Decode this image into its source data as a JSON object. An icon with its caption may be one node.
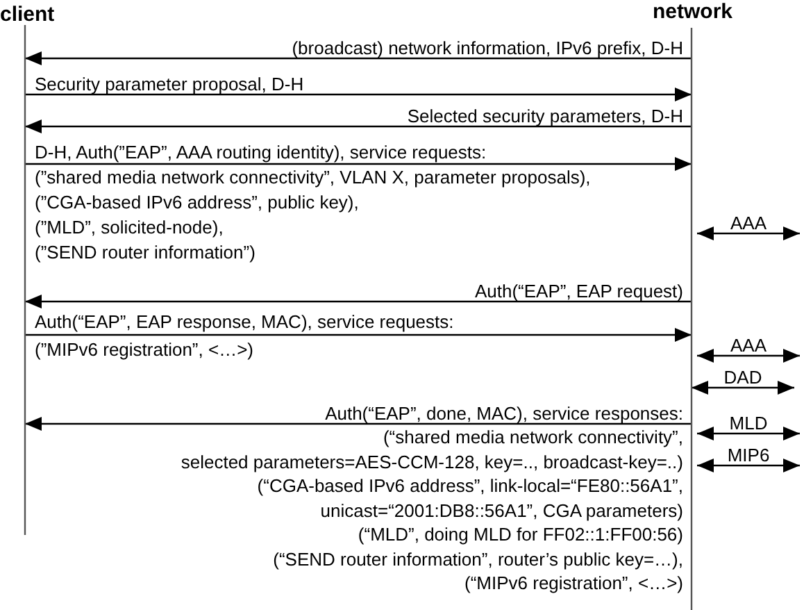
{
  "diagram": {
    "nodes": [
      {
        "text": [
          "client"
        ]
      },
      {
        "text": [
          "network"
        ]
      }
    ],
    "edges": [
      {
        "from": 1,
        "to": 0,
        "arrow": "to",
        "label": "(broadcast) network information, IPv6 prefix, D-H"
      },
      {
        "from": 0,
        "to": 1,
        "arrow": "to",
        "label": "Security parameter proposal, D-H"
      },
      {
        "from": 1,
        "to": 0,
        "arrow": "to",
        "label": "Selected security parameters, D-H"
      },
      {
        "from": 0,
        "to": 1,
        "arrow": "to",
        "label": "D-H, Auth(”EAP”, AAA routing identity), service requests: (”shared media network connectivity”, VLAN X, parameter proposals), (”CGA-based IPv6 address”, public key), (”MLD”, solicited-node), (”SEND router information”)"
      },
      {
        "from": 1,
        "to": null,
        "arrow": "both",
        "label": "AAA"
      },
      {
        "from": 1,
        "to": 0,
        "arrow": "to",
        "label": "Auth(“EAP”, EAP request)"
      },
      {
        "from": 0,
        "to": 1,
        "arrow": "to",
        "label": "Auth(“EAP”, EAP response, MAC), service requests: (”MIPv6 registration”, <…>)"
      },
      {
        "from": 1,
        "to": null,
        "arrow": "both",
        "label": "AAA"
      },
      {
        "from": 1,
        "to": null,
        "arrow": "both",
        "label": "DAD"
      },
      {
        "from": 1,
        "to": 0,
        "arrow": "to",
        "label": "Auth(“EAP”, done, MAC), service responses: (“shared media network connectivity”, selected parameters=AES-CCM-128, key=.., broadcast-key=..) (“CGA-based IPv6 address”, link-local=“FE80::56A1”, unicast=“2001:DB8::56A1”, CGA parameters) (“MLD”, doing MLD for FF02::1:FF00:56) (“SEND router information”, router’s public key=…), (“MIPv6 registration”, <…>)"
      },
      {
        "from": 1,
        "to": null,
        "arrow": "both",
        "label": "MLD"
      },
      {
        "from": 1,
        "to": null,
        "arrow": "both",
        "label": "MIP6"
      }
    ]
  }
}
